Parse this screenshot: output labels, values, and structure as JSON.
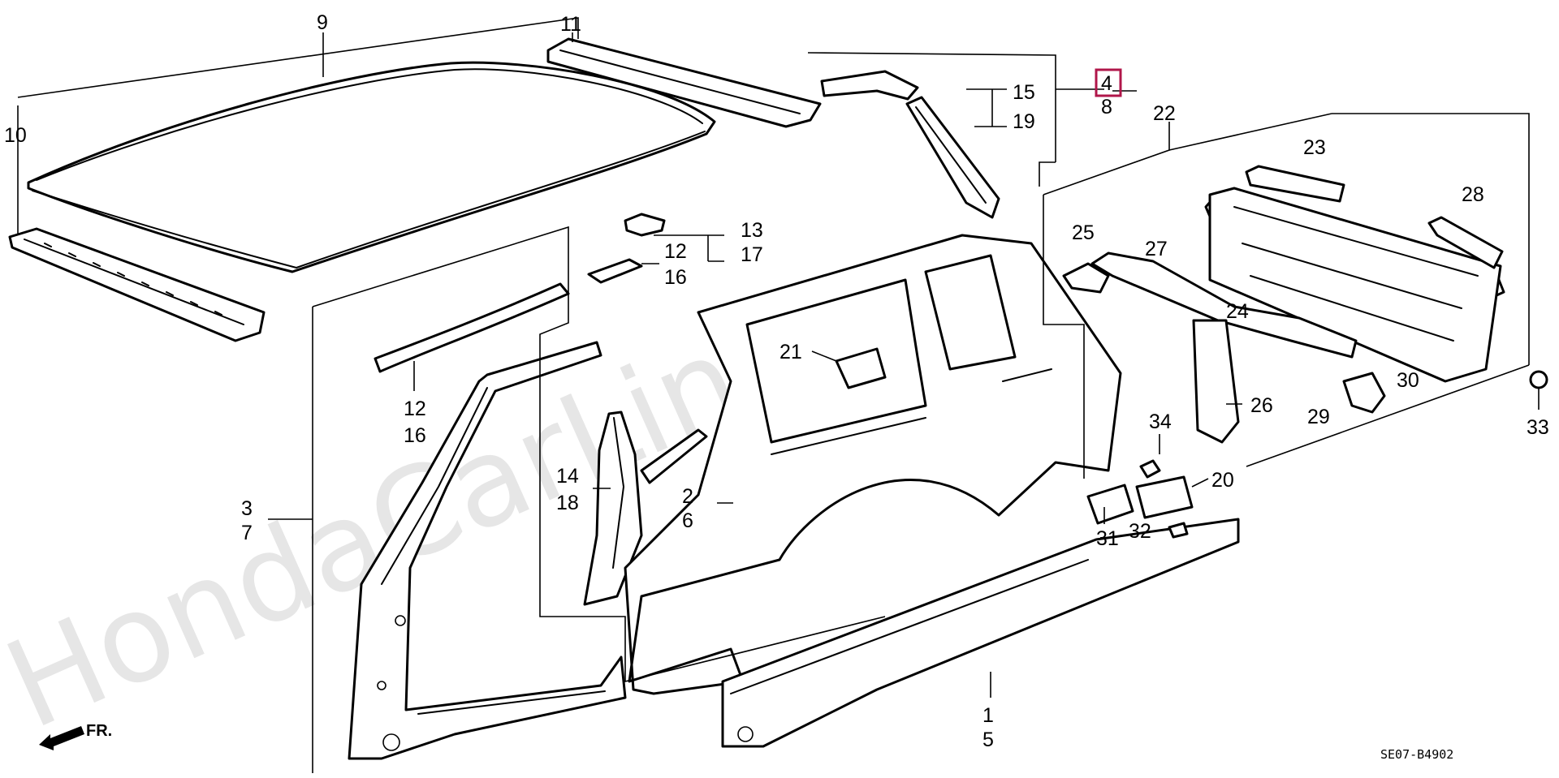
{
  "diagram": {
    "callouts": [
      "9",
      "11",
      "10",
      "15",
      "19",
      "4",
      "8",
      "22",
      "23",
      "28",
      "13",
      "12",
      "17",
      "16",
      "25",
      "27",
      "24",
      "30",
      "29",
      "33",
      "21",
      "12",
      "16",
      "26",
      "34",
      "20",
      "14",
      "18",
      "2",
      "6",
      "3",
      "7",
      "31",
      "32",
      "1",
      "5"
    ],
    "selected_part": "4",
    "selected_color": "#b0164a",
    "watermark": "HondaCarLine.ru",
    "front_label": "FR.",
    "diagram_code": "SE07-B4902"
  }
}
